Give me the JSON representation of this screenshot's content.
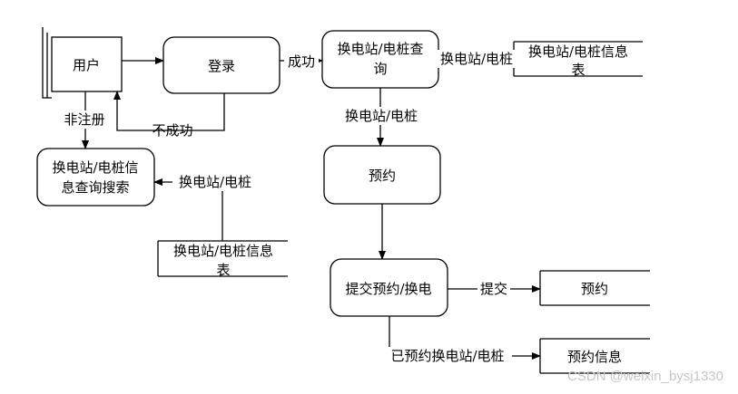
{
  "nodes": {
    "user": "用户",
    "login": "登录",
    "query": [
      "换电站/电桩查",
      "询"
    ],
    "search": [
      "换电站/电桩信",
      "息查询搜索"
    ],
    "reserve": "预约",
    "submit": "提交预约/换电",
    "store_info_top": [
      "换电站/电桩信息",
      "表"
    ],
    "store_info_left": [
      "换电站/电桩信息",
      "表"
    ],
    "store_reserve": "预约",
    "store_reserve_info": "预约信息"
  },
  "labels": {
    "success": "成功",
    "fail": "不成功",
    "unregistered": "非注册",
    "station_pile_top": "换电站/电桩",
    "station_pile_mid": "换电站/电桩",
    "station_pile_left": "换电站/电桩",
    "submit_flow": "提交",
    "reserved_flow": "已预约换电站/电桩"
  },
  "watermark": "CSDN @weixin_bysj1330"
}
